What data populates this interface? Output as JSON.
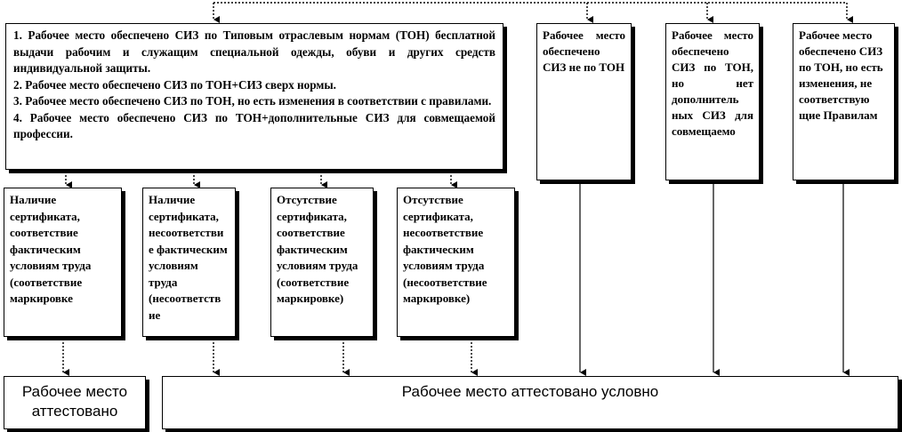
{
  "diagram": {
    "main_criteria": [
      "1. Рабочее место обеспечено СИЗ по Типовым отраслевым нормам (ТОН) бесплатной выдачи рабочим и служащим специальной одежды, обуви и других средств индивидуальной защиты.",
      "2. Рабочее место обеспечено СИЗ по ТОН+СИЗ сверх нормы.",
      "3. Рабочее место обеспечено СИЗ по ТОН, но есть изменения в соответствии с правилами.",
      "4. Рабочее место обеспечено СИЗ по ТОН+дополнительные СИЗ для совмещаемой профессии."
    ],
    "side_criteria": [
      "Рабочее место обеспечено СИЗ не по ТОН",
      "Рабочее место обеспечено СИЗ по ТОН, но нет дополнитель ных СИЗ для совмещаемо",
      "Рабочее место обеспечено СИЗ по ТОН, но есть изменения, не соответствую щие Правилам"
    ],
    "certificate_states": [
      "Наличие сертификата, соответствие фактическим условиям труда (соответствие маркировке",
      "Наличие сертификата, несоответстви е фактическим условиям труда (несоответств ие",
      "Отсутствие сертификата, соответствие фактическим условиям труда (соответствие маркировке)",
      "Отсутствие сертификата, несоответствие фактическим условиям труда (несоответствие маркировке)"
    ],
    "results": {
      "certified": "Рабочее место аттестовано",
      "conditional": "Рабочее место аттестовано условно"
    }
  }
}
